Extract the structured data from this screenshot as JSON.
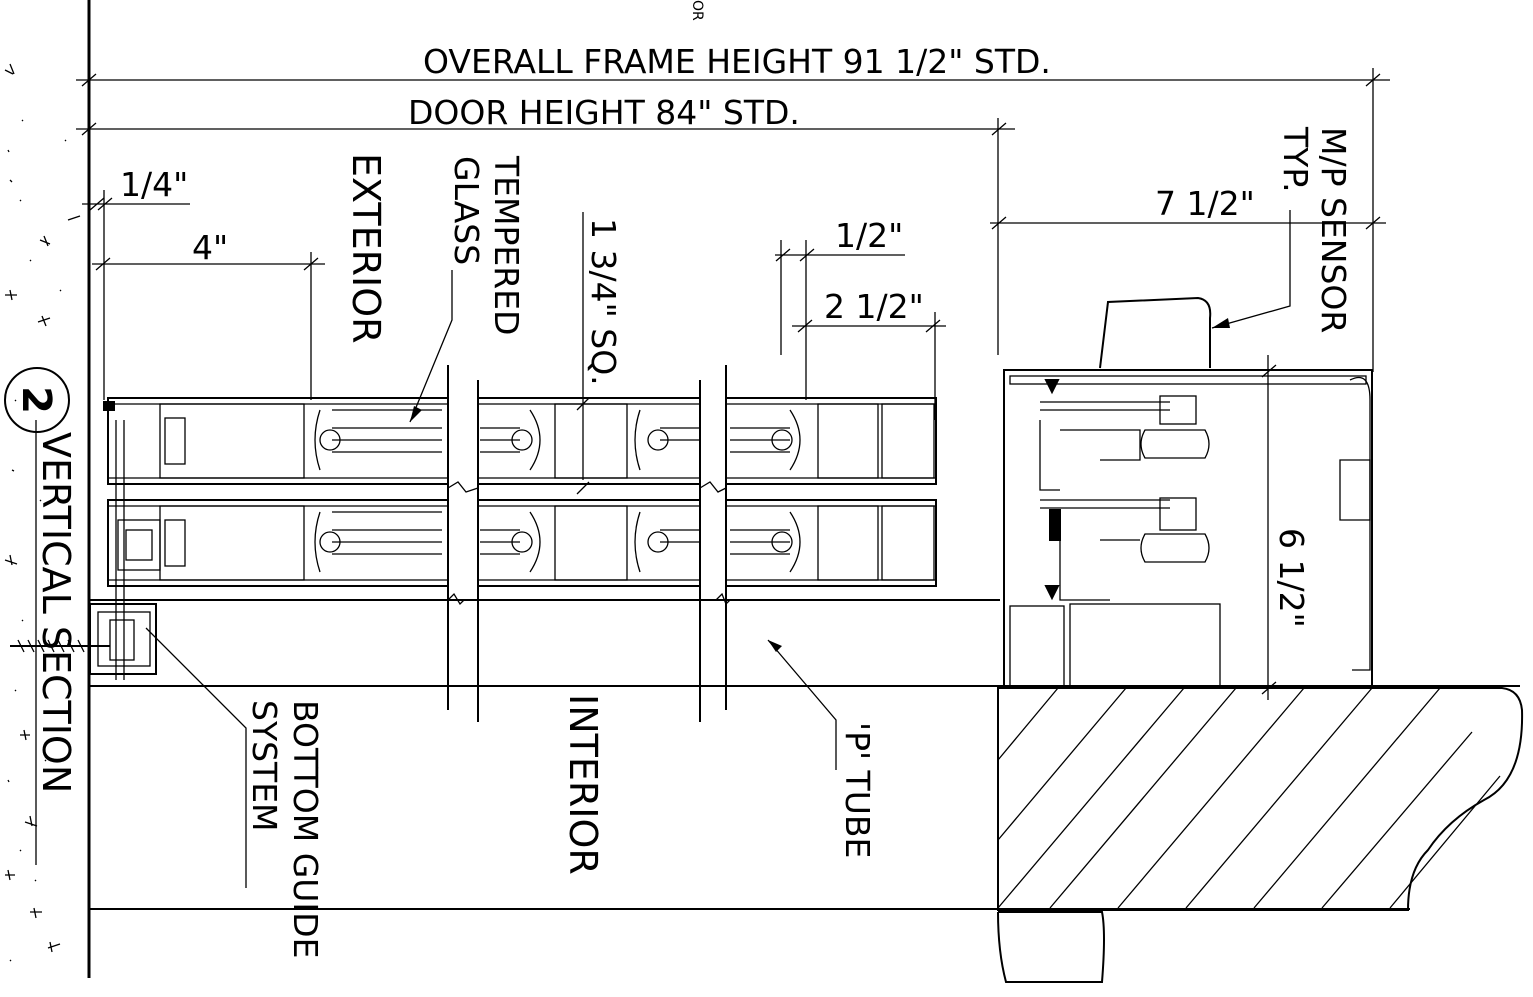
{
  "drawing": {
    "dimensions": {
      "overall_frame": "OVERALL FRAME HEIGHT 91 1/2\" STD.",
      "door_height": "DOOR HEIGHT 84\" STD.",
      "quarter_inch": "1/4\"",
      "four_inch": "4\"",
      "half_inch": "1/2\"",
      "two_half_inch": "2 1/2\"",
      "seven_half_inch": "7 1/2\"",
      "six_half_inch": "6 1/2\"",
      "tube_size": "1 3/4\" SQ."
    },
    "labels": {
      "exterior": "EXTERIOR",
      "interior": "INTERIOR",
      "tempered_glass_1": "TEMPERED",
      "tempered_glass_2": "GLASS",
      "sensor_1": "M/P SENSOR",
      "sensor_2": "TYP.",
      "bottom_guide_1": "BOTTOM GUIDE",
      "bottom_guide_2": "SYSTEM",
      "p_tube": "'P' TUBE",
      "section_title": "VERTICAL SECTION",
      "section_number": "2",
      "top_fragment": "OR"
    }
  }
}
